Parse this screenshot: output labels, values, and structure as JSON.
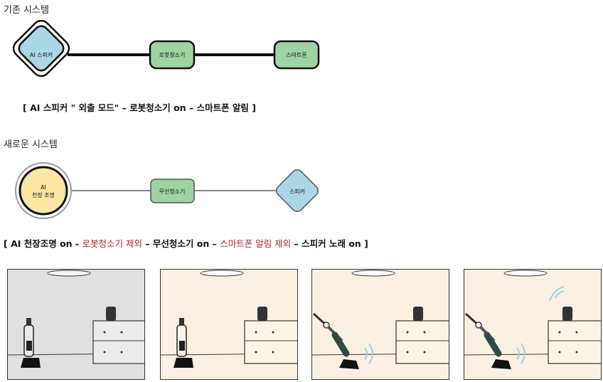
{
  "existing_system": {
    "title": "기존 시스템",
    "nodes": {
      "speaker": "AI 스피커",
      "robot_vacuum": "로봇청소기",
      "smartphone": "스마트폰"
    },
    "caption": "[ AI 스피커  \" 외출 모드\" – 로봇청소기 on – 스마트폰 알림 ]"
  },
  "new_system": {
    "title": "새로운 시스템",
    "nodes": {
      "light_line1": "AI",
      "light_line2": "천장 조명",
      "cordless_vacuum": "무선청소기",
      "speaker": "스피커"
    },
    "caption_parts": {
      "p1": "[ AI 천장조명 on - ",
      "p2": "로봇청소기 제외",
      "p3": " – 무선청소기 on – ",
      "p4": "스마트폰 알림 제외",
      "p5": " –  스피커 노래 on ]"
    }
  },
  "colors": {
    "speaker_blue": "#a9d7e3",
    "vacuum_green": "#9fd3a2",
    "light_yellow": "#fbe6a3",
    "accent_red": "#b3261e"
  }
}
